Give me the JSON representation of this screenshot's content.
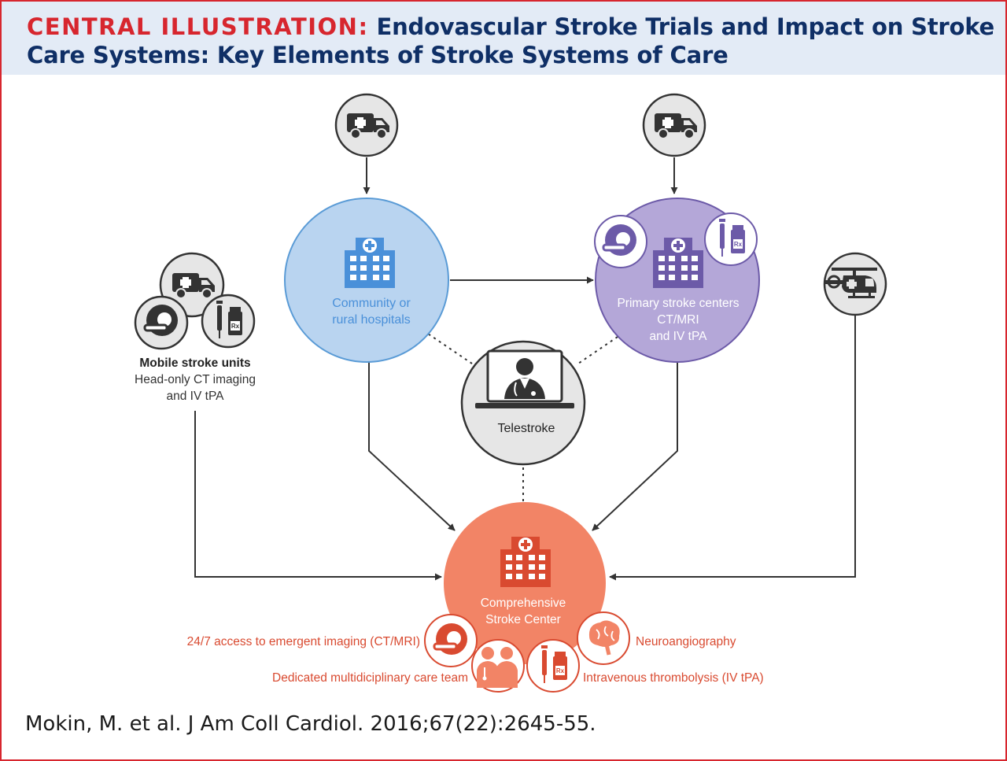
{
  "header": {
    "lead": "CENTRAL ILLUSTRATION:",
    "title": "Endovascular Stroke Trials and Impact on Stroke Care Systems: Key Elements of Stroke Systems of Care"
  },
  "nodes": {
    "community": {
      "line1": "Community or",
      "line2": "rural hospitals"
    },
    "primary": {
      "line1": "Primary stroke centers",
      "line2": "CT/MRI",
      "line3": "and IV tPA"
    },
    "mobile": {
      "line1": "Mobile stroke units",
      "line2": "Head-only CT imaging",
      "line3": "and IV tPA"
    },
    "telestroke": {
      "label": "Telestroke"
    },
    "comprehensive": {
      "line1": "Comprehensive",
      "line2": "Stroke Center"
    }
  },
  "features": {
    "imaging": "24/7 access to emergent imaging (CT/MRI)",
    "team": "Dedicated multidiciplinary care team",
    "neuro": "Neuroangiography",
    "thrombolysis": "Intravenous thrombolysis (IV tPA)"
  },
  "rx_symbol": "Rx",
  "citation": "Mokin, M. et al. J Am Coll Cardiol. 2016;67(22):2645-55.",
  "colors": {
    "accent_red": "#d7262e",
    "navy": "#0f2f66",
    "community_fill": "#b9d4f0",
    "community_stroke": "#5a9bd6",
    "primary_fill": "#b4a7d8",
    "primary_stroke": "#6c5aa8",
    "comprehensive_fill": "#f28466",
    "comprehensive_text": "#d94a30",
    "gray_fill": "#e6e6e6",
    "dark": "#333333"
  }
}
